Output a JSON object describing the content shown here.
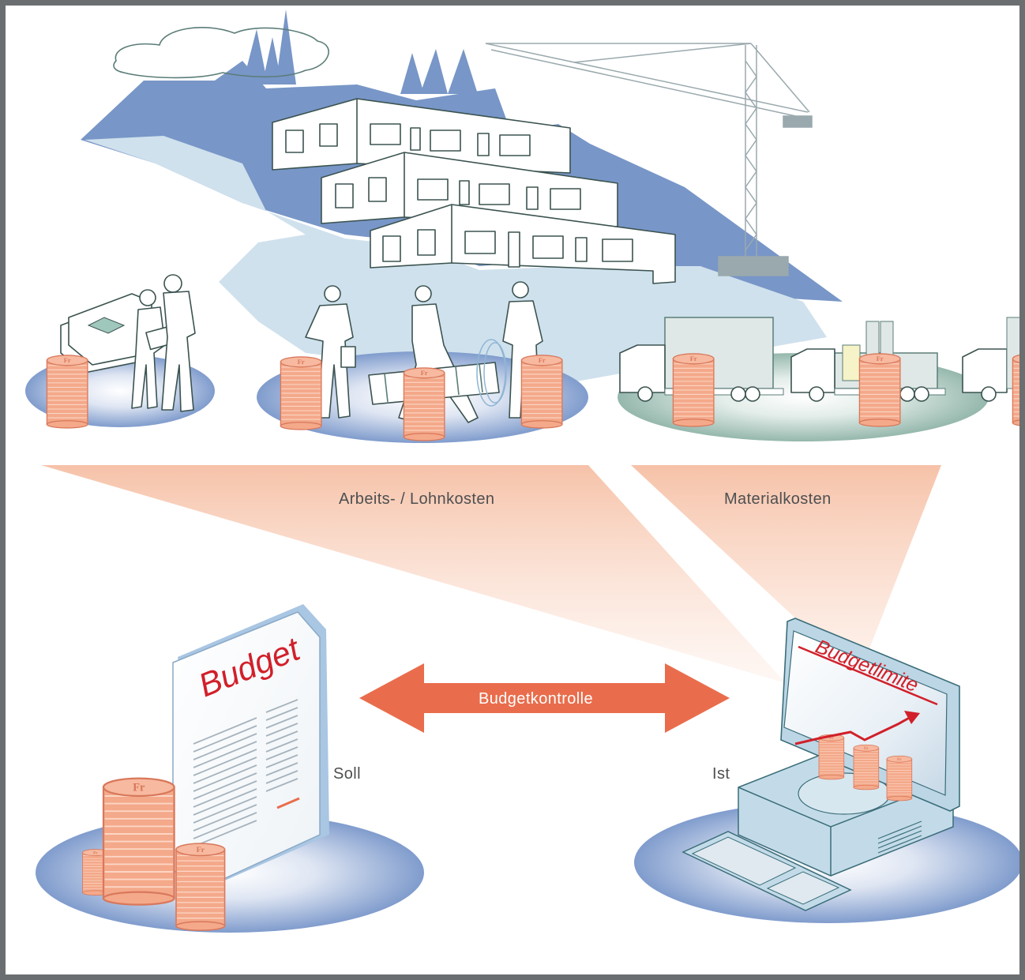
{
  "labels": {
    "labor_costs": "Arbeits- / Lohnkosten",
    "material_costs": "Materialkosten",
    "budget_control": "Budgetkontrolle",
    "target": "Soll",
    "actual": "Ist",
    "budget_doc_title": "Budget",
    "screen_title": "Budgetlimite",
    "coin_mark": "Fr"
  },
  "colors": {
    "frame": "#6b6e70",
    "landscape_dark": "#7896c7",
    "landscape_light": "#cfe1ed",
    "coin": "#f4a98a",
    "coin_stroke": "#d9785b",
    "arrow": "#e96d4c",
    "budget_red": "#d1202a",
    "platform_blue": "#6f8fc6",
    "platform_green": "#87aea2"
  }
}
